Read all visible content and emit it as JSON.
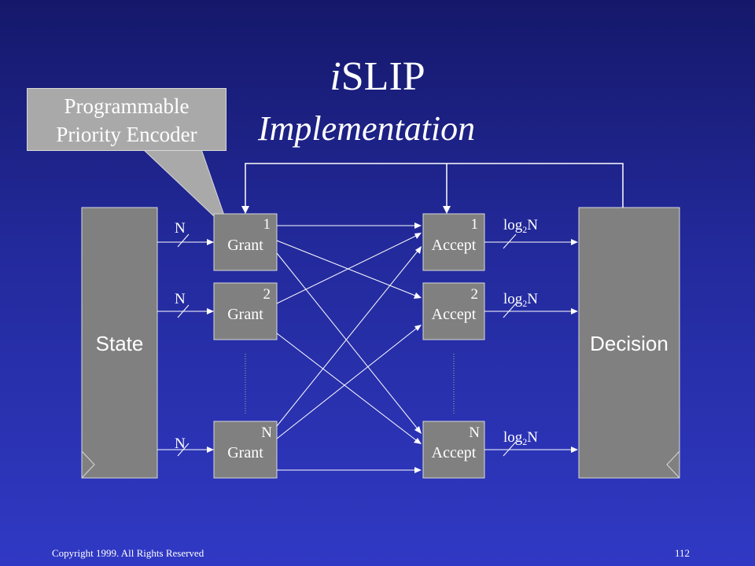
{
  "title": {
    "italic_prefix": "i",
    "main": "SLIP",
    "subtitle": "Implementation"
  },
  "callout": {
    "line1": "Programmable",
    "line2": "Priority Encoder"
  },
  "state_label": "State",
  "decision_label": "Decision",
  "grant_label": "Grant",
  "accept_label": "Accept",
  "input_label": "N",
  "output_label": {
    "base": "log",
    "sub": "2",
    "tail": "N"
  },
  "arbiter_indices": [
    "1",
    "2",
    "N"
  ],
  "footer": {
    "copyright": "Copyright 1999. All Rights Reserved",
    "page": "112"
  }
}
